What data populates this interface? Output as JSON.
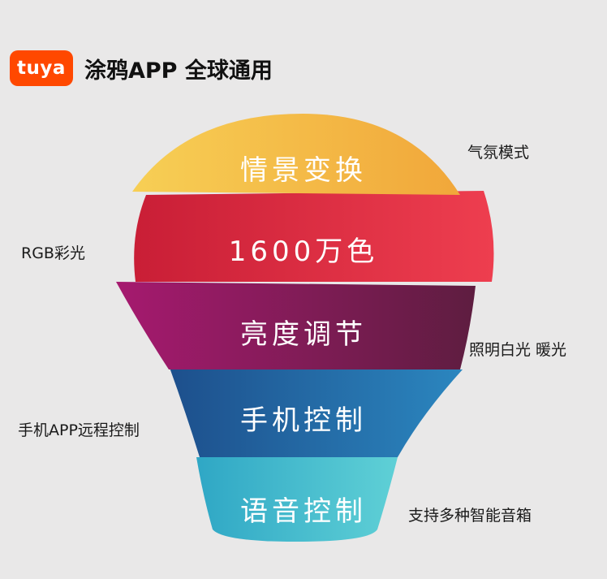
{
  "header": {
    "logo_text": "tuya",
    "title": "涂鸦APP 全球通用"
  },
  "colors": {
    "background": "#e9e8e8",
    "brand": "#ff4800",
    "layer1": "#f4b13f",
    "layer2": "#e03545",
    "layer3": "#b51f6a",
    "layer4": "#1e6fa9",
    "layer5": "#4bbfcd"
  },
  "layers": [
    {
      "label": "情景变换",
      "side_label": "气氛模式",
      "icon": "bulb-dome-segment"
    },
    {
      "label": "1600万色",
      "side_label": "RGB彩光",
      "icon": "bulb-band-segment"
    },
    {
      "label": "亮度调节",
      "side_label": "照明白光 暖光",
      "icon": "bulb-band-segment"
    },
    {
      "label": "手机控制",
      "side_label": "手机APP远程控制",
      "icon": "bulb-neck-segment"
    },
    {
      "label": "语音控制",
      "side_label": "支持多种智能音箱",
      "icon": "bulb-base-segment"
    }
  ]
}
